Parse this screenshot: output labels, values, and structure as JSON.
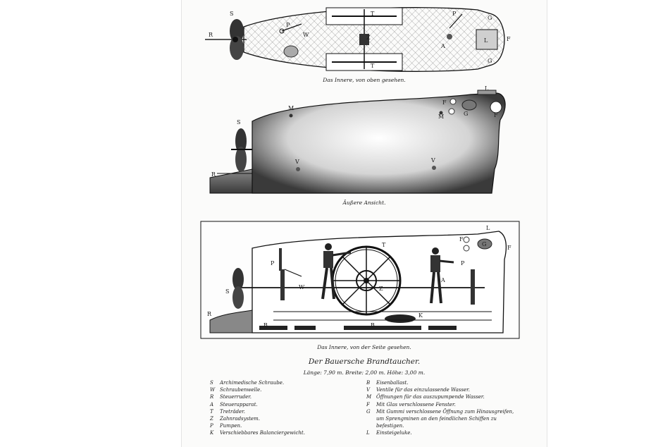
{
  "captions": {
    "top": "Das Innere, von oben gesehen.",
    "middle": "Äußere Ansicht.",
    "bottom": "Das Innere, von der Seite gesehen."
  },
  "title": "Der Bauersche Brandtaucher.",
  "dimensions": "Länge: 7,90 m. Breite: 2,00 m. Höhe: 3,00 m.",
  "legend_left": [
    {
      "key": "S",
      "text": "Archimedische Schraube."
    },
    {
      "key": "W",
      "text": "Schraubenwelle."
    },
    {
      "key": "R",
      "text": "Steuerruder."
    },
    {
      "key": "A",
      "text": "Steuerapparat."
    },
    {
      "key": "T",
      "text": "Treträder."
    },
    {
      "key": "Z",
      "text": "Zahnradsystem."
    },
    {
      "key": "P",
      "text": "Pumpen."
    },
    {
      "key": "K",
      "text": "Verschiebbares Balanciergewicht."
    }
  ],
  "legend_right": [
    {
      "key": "B",
      "text": "Eisenballast."
    },
    {
      "key": "V",
      "text": "Ventile für das einzulassende Wasser."
    },
    {
      "key": "M",
      "text": "Öffnungen für das auszupumpende Wasser."
    },
    {
      "key": "F",
      "text": "Mit Glas verschlossene Fenster."
    },
    {
      "key": "G",
      "text": "Mit Gummi verschlossene Öffnung zum Hinausgreifen, um Sprengminen an den feindlichen Schiffen zu befestigen."
    },
    {
      "key": "L",
      "text": "Einsteigeluke."
    }
  ],
  "figure_labels": {
    "top_S": "S",
    "top_R": "R",
    "top_P": "P",
    "top_W": "W",
    "top_T1": "T",
    "top_Z": "Z",
    "top_T2": "T",
    "top_P2": "P",
    "top_G1": "G",
    "top_A": "A",
    "top_L": "L",
    "top_F": "F",
    "top_G2": "G",
    "mid_S": "S",
    "mid_R": "R",
    "mid_M1": "M",
    "mid_M2": "M",
    "mid_V1": "V",
    "mid_V2": "V",
    "mid_L": "L",
    "mid_F1": "F",
    "mid_G": "G",
    "mid_F2": "F",
    "bot_S": "S",
    "bot_R": "R",
    "bot_P1": "P",
    "bot_W": "W",
    "bot_T": "T",
    "bot_Z": "Z",
    "bot_K": "K",
    "bot_B1": "B",
    "bot_B2": "B",
    "bot_A": "A",
    "bot_P2": "P",
    "bot_L": "L",
    "bot_F1": "F",
    "bot_G": "G",
    "bot_F2": "F"
  }
}
